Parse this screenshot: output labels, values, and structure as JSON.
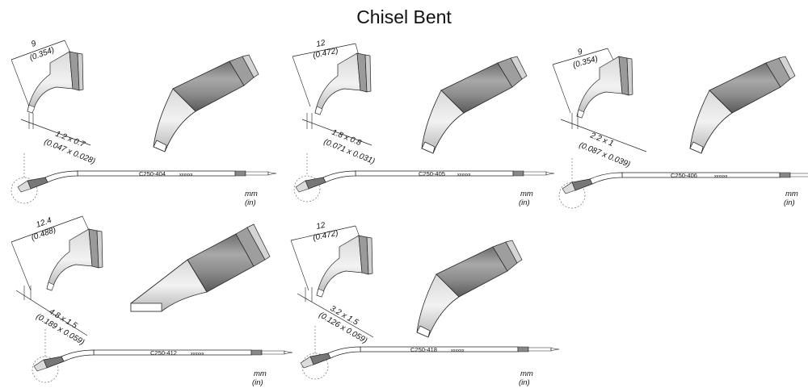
{
  "title": "Chisel Bent",
  "unit_mm": "mm",
  "unit_in": "(in)",
  "tips": [
    {
      "length_mm": "9",
      "length_in": "(0.354)",
      "size_mm": "1.2 x 0.7",
      "size_in": "(0.047 x 0.028)",
      "model": "C250-404",
      "serial": "xxxxxx"
    },
    {
      "length_mm": "12",
      "length_in": "(0.472)",
      "size_mm": "1.8 x 0.8",
      "size_in": "(0.071 x 0.031)",
      "model": "C250-405",
      "serial": "xxxxxx"
    },
    {
      "length_mm": "9",
      "length_in": "(0.354)",
      "size_mm": "2.2 x 1",
      "size_in": "(0.087 x 0.039)",
      "model": "C250-406",
      "serial": "xxxxxx"
    },
    {
      "length_mm": "12.4",
      "length_in": "(0.488)",
      "size_mm": "4.8 x 1.5",
      "size_in": "(0.189 x 0.059)",
      "model": "C250-412",
      "serial": "xxxxxx"
    },
    {
      "length_mm": "12",
      "length_in": "(0.472)",
      "size_mm": "3.2 x 1.5",
      "size_in": "(0.126 x 0.059)",
      "model": "C250-418",
      "serial": "xxxxxx"
    }
  ],
  "colors": {
    "metal_light": "#e6e6e6",
    "metal_mid": "#bdbdbd",
    "metal_dark": "#7a7a7a",
    "line": "#222222"
  }
}
